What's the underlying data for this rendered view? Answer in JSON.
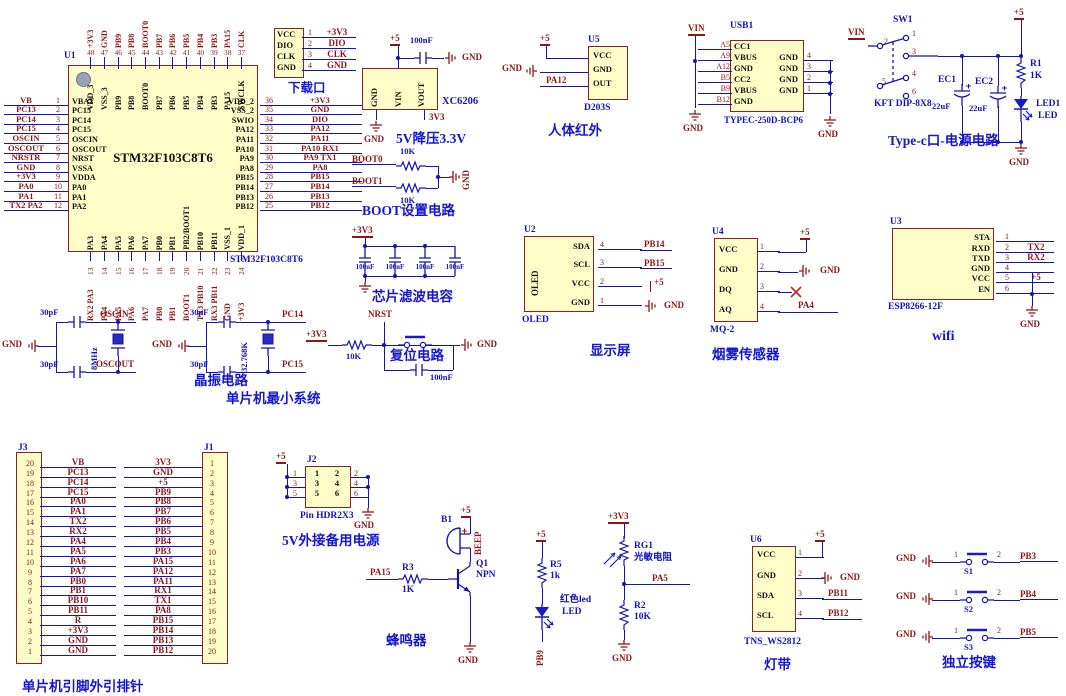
{
  "colors": {
    "body_fill": "#fffdc8",
    "body_border": "#8c2222",
    "wire": "#1414b4",
    "net_text": "#8c1616",
    "designator_text": "#1212c0",
    "caption_text": "#1616d2"
  },
  "mcu": {
    "designator": "U1",
    "big_label": "STM32F103C8T6",
    "part": "STM32F103C8T6",
    "top_pins": [
      {
        "net": "+3V3",
        "num": "48",
        "pin": "VDD_3"
      },
      {
        "net": "GND",
        "num": "47",
        "pin": "VSS_3"
      },
      {
        "net": "PB9",
        "num": "46",
        "pin": "PB9"
      },
      {
        "net": "PB8",
        "num": "45",
        "pin": "PB8"
      },
      {
        "net": "BOOT0",
        "num": "44",
        "pin": "BOOT0"
      },
      {
        "net": "PB7",
        "num": "43",
        "pin": "PB7"
      },
      {
        "net": "PB6",
        "num": "42",
        "pin": "PB6"
      },
      {
        "net": "PB5",
        "num": "41",
        "pin": "PB5"
      },
      {
        "net": "PB4",
        "num": "40",
        "pin": "PB4"
      },
      {
        "net": "PB3",
        "num": "39",
        "pin": "PB3"
      },
      {
        "net": "PA15",
        "num": "38",
        "pin": "PA15"
      },
      {
        "net": "CLK",
        "num": "37",
        "pin": "SWCLK"
      }
    ],
    "left_pins": [
      {
        "net": "VB",
        "num": "1",
        "pin": "VBAT"
      },
      {
        "net": "PC13",
        "num": "2",
        "pin": "PC13"
      },
      {
        "net": "PC14",
        "num": "3",
        "pin": "PC14"
      },
      {
        "net": "PC15",
        "num": "4",
        "pin": "PC15"
      },
      {
        "net": "OSCIN",
        "num": "5",
        "pin": "OSCIN"
      },
      {
        "net": "OSCOUT",
        "num": "6",
        "pin": "OSCOUT"
      },
      {
        "net": "NRSTR",
        "num": "7",
        "pin": "NRST"
      },
      {
        "net": "GND",
        "num": "8",
        "pin": "VSSA"
      },
      {
        "net": "+3V3",
        "num": "9",
        "pin": "VDDA"
      },
      {
        "net": "PA0",
        "num": "10",
        "pin": "PA0"
      },
      {
        "net": "PA1",
        "num": "11",
        "pin": "PA1"
      },
      {
        "net": "TX2 PA2",
        "num": "12",
        "pin": "PA2"
      }
    ],
    "right_pins": [
      {
        "net": "+3V3",
        "num": "36",
        "pin": "VDD_2"
      },
      {
        "net": "GND",
        "num": "35",
        "pin": "VSS_2"
      },
      {
        "net": "DIO",
        "num": "34",
        "pin": "SWIO"
      },
      {
        "net": "PA12",
        "num": "33",
        "pin": "PA12"
      },
      {
        "net": "PA11",
        "num": "32",
        "pin": "PA11"
      },
      {
        "net": "PA10 RX1",
        "num": "31",
        "pin": "PA10"
      },
      {
        "net": "PA9 TX1",
        "num": "30",
        "pin": "PA9"
      },
      {
        "net": "PA8",
        "num": "29",
        "pin": "PA8"
      },
      {
        "net": "PB15",
        "num": "28",
        "pin": "PB15"
      },
      {
        "net": "PB14",
        "num": "27",
        "pin": "PB14"
      },
      {
        "net": "PB13",
        "num": "26",
        "pin": "PB13"
      },
      {
        "net": "PB12",
        "num": "25",
        "pin": "PB12"
      }
    ],
    "bottom_pins": [
      {
        "net": "RX2 PA3",
        "num": "13",
        "pin": "PA3"
      },
      {
        "net": "PA4",
        "num": "14",
        "pin": "PA4"
      },
      {
        "net": "PA5",
        "num": "15",
        "pin": "PA5"
      },
      {
        "net": "PA6",
        "num": "16",
        "pin": "PA6"
      },
      {
        "net": "PA7",
        "num": "17",
        "pin": "PA7"
      },
      {
        "net": "PB0",
        "num": "18",
        "pin": "PB0"
      },
      {
        "net": "PB1",
        "num": "19",
        "pin": "PB1"
      },
      {
        "net": "BOOT1",
        "num": "20",
        "pin": "PB2/BOOT1"
      },
      {
        "net": "TX3 PB10",
        "num": "21",
        "pin": "PB10"
      },
      {
        "net": "RX3 PB11",
        "num": "22",
        "pin": "PB11"
      },
      {
        "net": "GND",
        "num": "23",
        "pin": "VSS_1"
      },
      {
        "net": "+3V3",
        "num": "24",
        "pin": "VDD_1"
      }
    ]
  },
  "download": {
    "caption": "下载口",
    "pins": [
      {
        "name": "VCC",
        "num": "1",
        "net": "+3V3"
      },
      {
        "name": "DIO",
        "num": "2",
        "net": "DIO"
      },
      {
        "name": "CLK",
        "num": "3",
        "net": "CLK"
      },
      {
        "name": "GND",
        "num": "4",
        "net": "GND"
      }
    ]
  },
  "regulator": {
    "part": "XC6206",
    "caption": "5V降压3.3V",
    "v5": "+5",
    "cap_val": "100nF",
    "cap_gnd": "GND",
    "pin_gnd": "GND",
    "pin_vin": "VIN",
    "pin_vout": "VOUT",
    "out_net": "3V3",
    "gnd": "GND"
  },
  "boot": {
    "caption": "BOOT设置电路",
    "gnd": "GND",
    "val_top": "10K",
    "val_bot": "10K",
    "rows": [
      {
        "net": "BOOT0"
      },
      {
        "net": "BOOT1"
      }
    ]
  },
  "filter": {
    "caption": "芯片滤波电容",
    "rail": "+3V3",
    "caps": [
      "100nF",
      "100nF",
      "100nF",
      "100nF"
    ]
  },
  "pir": {
    "designator": "U5",
    "part": "D203S",
    "caption": "人体红外",
    "v5": "+5",
    "gnd": "GND",
    "out_net": "PA12",
    "pins": [
      {
        "name": "VCC"
      },
      {
        "name": "GND"
      },
      {
        "name": "OUT"
      }
    ]
  },
  "usb": {
    "designator": "USB1",
    "part": "TYPEC-250D-BCP6",
    "vin": "VIN",
    "gnd_l": "GND",
    "gnd_r": "GND",
    "left_pins": [
      {
        "num": "A5",
        "name": "CC1"
      },
      {
        "num": "A9",
        "name": "VBUS"
      },
      {
        "num": "A12",
        "name": "GND"
      },
      {
        "num": "B5",
        "name": "CC2"
      },
      {
        "num": "B9",
        "name": "VBUS"
      },
      {
        "num": "B12",
        "name": "GND"
      }
    ],
    "right_pins": [
      {
        "name": "GND",
        "num": "4"
      },
      {
        "name": "GND",
        "num": "3"
      },
      {
        "name": "GND",
        "num": "2"
      },
      {
        "name": "GND",
        "num": "1"
      }
    ]
  },
  "sw": {
    "designator": "SW1",
    "part": "KFT DIP-8X8",
    "caption": "Type-c口-电源电路",
    "vin": "VIN",
    "v5": "+5",
    "gnd": "GND",
    "nums": [
      "1",
      "2",
      "3",
      "4",
      "5",
      "6"
    ],
    "ec1": {
      "des": "EC1",
      "val": "22uF"
    },
    "ec2": {
      "des": "EC2",
      "val": "22uF"
    },
    "r1": {
      "des": "R1",
      "val": "1K"
    },
    "led1": {
      "des": "LED1",
      "val": "LED"
    }
  },
  "xtal_hs": {
    "cap_top": "30pF",
    "cap_bot": "30pF",
    "value": "8MHz",
    "net_top": "OSCIN",
    "net_bot": "OSCOUT",
    "gnd": "GND",
    "caption": "晶振电路"
  },
  "xtal_ls": {
    "cap_top": "30pF",
    "cap_bot": "30pF",
    "value": "32.768K",
    "net_top": "PC14",
    "net_bot": "PC15",
    "gnd": "GND"
  },
  "minimal_caption": "单片机最小系统",
  "reset": {
    "rail": "+3V3",
    "res": "10K",
    "net": "NRST",
    "cap": "100nF",
    "gnd": "GND",
    "caption": "复位电路"
  },
  "oled": {
    "designator": "U2",
    "inner": "OLED",
    "part": "OLED",
    "caption": "显示屏",
    "v5": "+5",
    "gnd": "GND",
    "pins": [
      {
        "name": "SDA",
        "num": "4",
        "net": "PB14"
      },
      {
        "name": "SCL",
        "num": "3",
        "net": "PB15"
      },
      {
        "name": "VCC",
        "num": "2",
        "net": "+5"
      },
      {
        "name": "GND",
        "num": "1",
        "net": "GND"
      }
    ],
    "net1": "PB14",
    "net2": "PB15"
  },
  "mq2": {
    "designator": "U4",
    "part": "MQ-2",
    "caption": "烟雾传感器",
    "v5": "+5",
    "gnd": "GND",
    "aq_net": "PA4",
    "pins": [
      {
        "name": "VCC",
        "num": "1"
      },
      {
        "name": "GND",
        "num": "2"
      },
      {
        "name": "DQ",
        "num": "3"
      },
      {
        "name": "AQ",
        "num": "4"
      }
    ]
  },
  "wifi": {
    "designator": "U3",
    "part": "ESP8266-12F",
    "caption": "wifi",
    "v5": "+5",
    "gnd": "GND",
    "pins": [
      {
        "name": "STA",
        "num": "1",
        "net": ""
      },
      {
        "name": "RXD",
        "num": "2",
        "net": "TX2"
      },
      {
        "name": "TXD",
        "num": "3",
        "net": "RX2"
      },
      {
        "name": "GND",
        "num": "4",
        "net": ""
      },
      {
        "name": "VCC",
        "num": "5",
        "net": "+5"
      },
      {
        "name": "EN",
        "num": "6",
        "net": ""
      }
    ]
  },
  "j3": {
    "designator": "J3",
    "caption": "单片机引脚外引排针",
    "rows": [
      {
        "num": "20",
        "net": "VB"
      },
      {
        "num": "19",
        "net": "PC13"
      },
      {
        "num": "18",
        "net": "PC14"
      },
      {
        "num": "17",
        "net": "PC15"
      },
      {
        "num": "16",
        "net": "PA0"
      },
      {
        "num": "15",
        "net": "PA1"
      },
      {
        "num": "14",
        "net": "TX2"
      },
      {
        "num": "13",
        "net": "RX2"
      },
      {
        "num": "12",
        "net": "PA4"
      },
      {
        "num": "11",
        "net": "PA5"
      },
      {
        "num": "10",
        "net": "PA6"
      },
      {
        "num": "9",
        "net": "PA7"
      },
      {
        "num": "8",
        "net": "PB0"
      },
      {
        "num": "7",
        "net": "PB1"
      },
      {
        "num": "6",
        "net": "PB10"
      },
      {
        "num": "5",
        "net": "PB11"
      },
      {
        "num": "4",
        "net": "R"
      },
      {
        "num": "3",
        "net": "+3V3"
      },
      {
        "num": "2",
        "net": "GND"
      },
      {
        "num": "1",
        "net": "GND"
      }
    ]
  },
  "j1": {
    "designator": "J1",
    "rows": [
      {
        "num": "1",
        "net": "3V3"
      },
      {
        "num": "2",
        "net": "GND"
      },
      {
        "num": "3",
        "net": "+5"
      },
      {
        "num": "4",
        "net": "PB9"
      },
      {
        "num": "5",
        "net": "PB8"
      },
      {
        "num": "6",
        "net": "PB7"
      },
      {
        "num": "7",
        "net": "PB6"
      },
      {
        "num": "8",
        "net": "PB5"
      },
      {
        "num": "9",
        "net": "PB4"
      },
      {
        "num": "10",
        "net": "PB3"
      },
      {
        "num": "11",
        "net": "PA15"
      },
      {
        "num": "12",
        "net": "PA12"
      },
      {
        "num": "13",
        "net": "PA11"
      },
      {
        "num": "14",
        "net": "RX1"
      },
      {
        "num": "15",
        "net": "TX1"
      },
      {
        "num": "16",
        "net": "PA8"
      },
      {
        "num": "17",
        "net": "PB15"
      },
      {
        "num": "18",
        "net": "PB14"
      },
      {
        "num": "19",
        "net": "PB13"
      },
      {
        "num": "20",
        "net": "PB12"
      }
    ]
  },
  "j2": {
    "designator": "J2",
    "part": "Pin HDR2X3",
    "caption": "5V外接备用电源",
    "v5": "+5",
    "gnd": "GND",
    "rows": [
      {
        "l": "1",
        "r": "2"
      },
      {
        "l": "3",
        "r": "4"
      },
      {
        "l": "5",
        "r": "6"
      }
    ],
    "left_nums": [
      "1",
      "3",
      "5"
    ],
    "right_nums": [
      "2",
      "4",
      "6"
    ]
  },
  "buzzer": {
    "b_des": "B1",
    "beep": "BEEP",
    "v5": "+5",
    "q_des": "Q1",
    "q_type": "NPN",
    "r_des": "R3",
    "r_val": "1K",
    "in_net": "PA15",
    "gnd": "GND",
    "caption": "蜂鸣器"
  },
  "red_led": {
    "v5": "+5",
    "r_des": "R5",
    "r_val": "1k",
    "label1": "红色led",
    "label2": "LED",
    "out_net": "PB9"
  },
  "photo": {
    "rail": "+3V3",
    "rg_des": "RG1",
    "rg_name": "光敏电阻",
    "net": "PA5",
    "r_des": "R2",
    "r_val": "10K",
    "gnd": "GND"
  },
  "strip": {
    "designator": "U6",
    "part": "TNS_WS2812",
    "caption": "灯带",
    "v5": "+5",
    "gnd": "GND",
    "pins": [
      {
        "name": "VCC",
        "num": "1"
      },
      {
        "name": "GND",
        "num": "2"
      },
      {
        "name": "SDA",
        "num": "3"
      },
      {
        "name": "SCL",
        "num": "4"
      }
    ],
    "net3": "PB11",
    "net4": "PB12"
  },
  "keys": {
    "caption": "独立按键",
    "gnd": "GND",
    "pin1": "1",
    "pin2": "2",
    "items": [
      {
        "des": "S1",
        "net": "PB3"
      },
      {
        "des": "S2",
        "net": "PB4"
      },
      {
        "des": "S3",
        "net": "PB5"
      }
    ]
  }
}
